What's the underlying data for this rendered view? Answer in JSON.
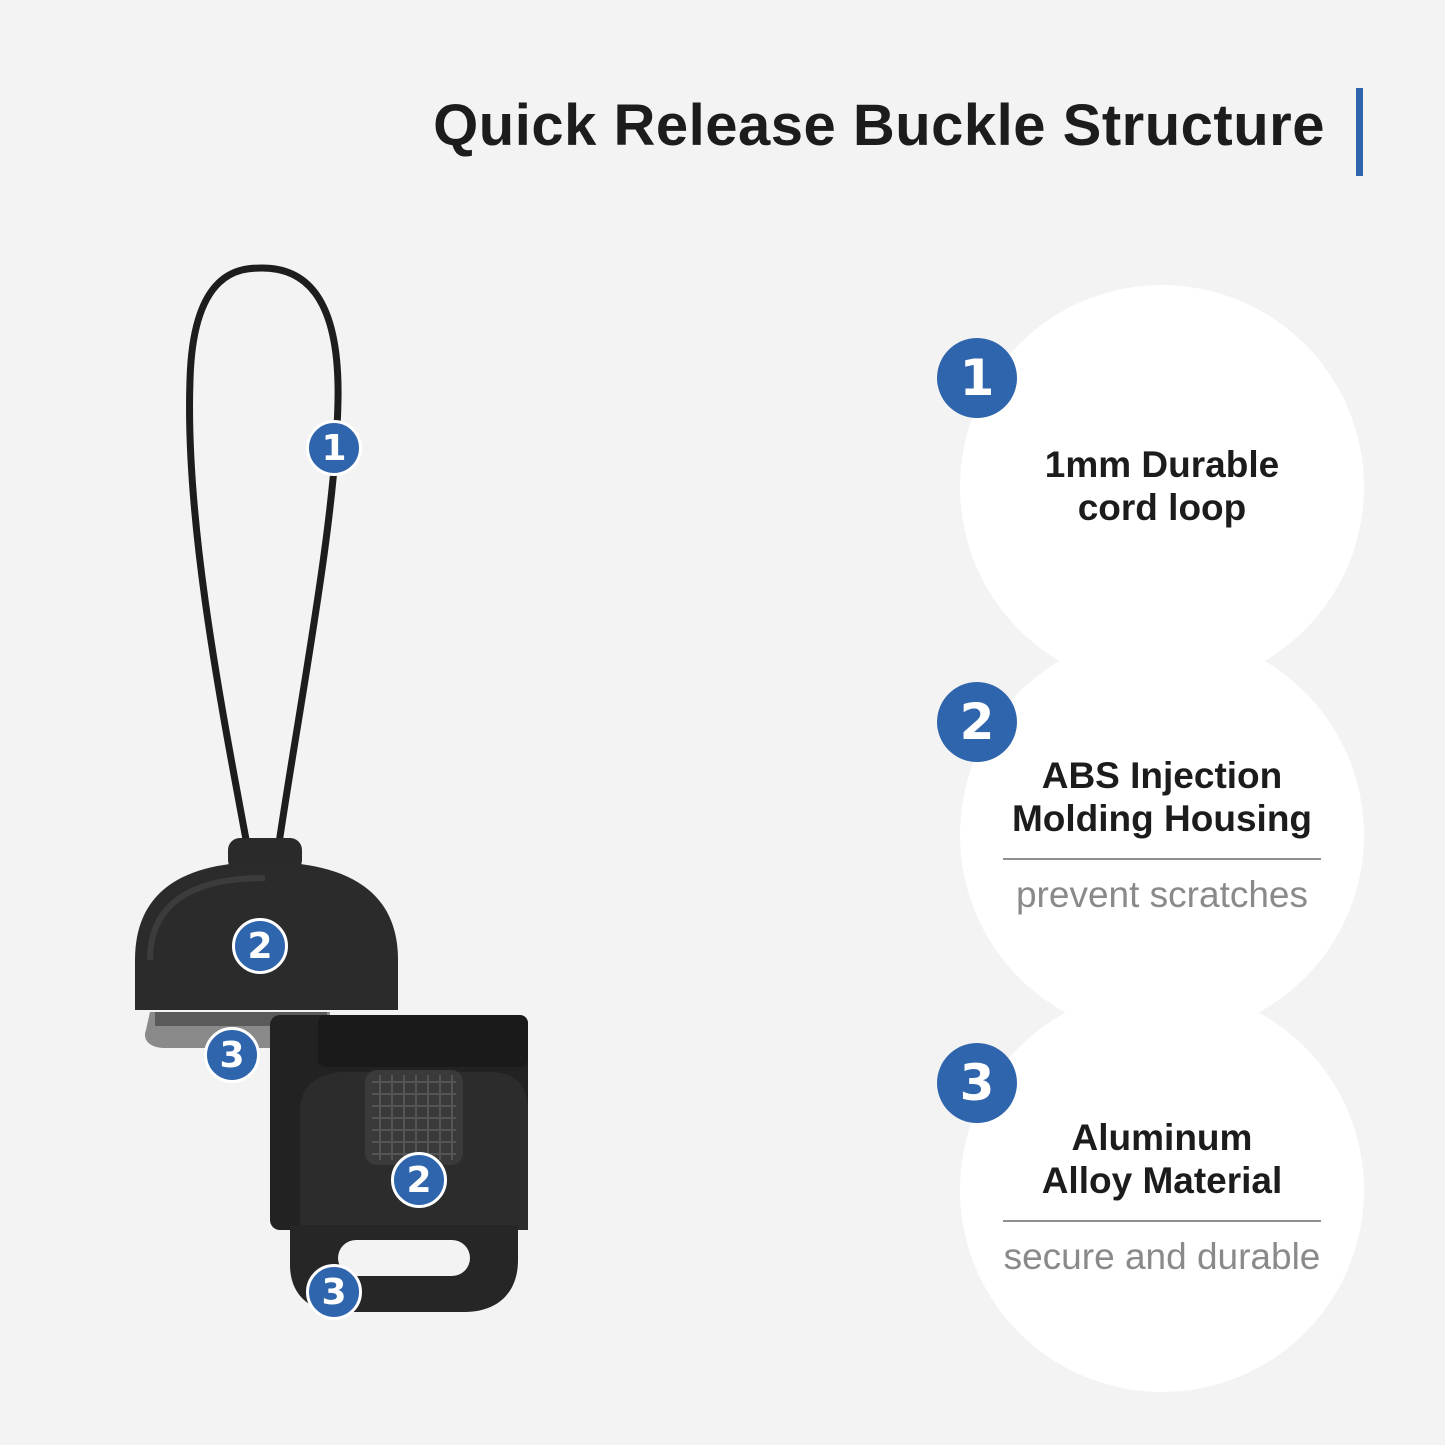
{
  "header": {
    "title": "Quick Release Buckle Structure",
    "accent_color": "#2f65ad"
  },
  "product_markers": [
    {
      "number": "1"
    },
    {
      "number": "2"
    },
    {
      "number": "3"
    },
    {
      "number": "2"
    },
    {
      "number": "3"
    }
  ],
  "features": [
    {
      "number": "1",
      "title": "1mm Durable\ncord loop",
      "subtitle": ""
    },
    {
      "number": "2",
      "title": "ABS Injection\nMolding Housing",
      "subtitle": "prevent scratches"
    },
    {
      "number": "3",
      "title": "Aluminum\nAlloy Material",
      "subtitle": "secure and durable"
    }
  ]
}
